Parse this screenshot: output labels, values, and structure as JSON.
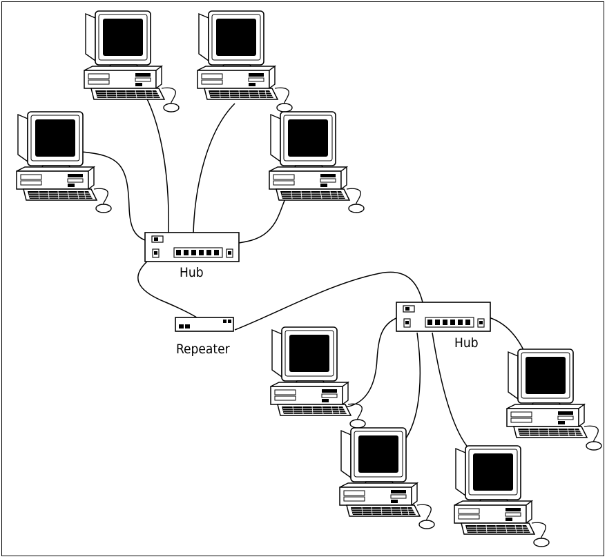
{
  "diagram": {
    "labels": {
      "hub_top": "Hub",
      "repeater": "Repeater",
      "hub_bottom": "Hub"
    }
  }
}
